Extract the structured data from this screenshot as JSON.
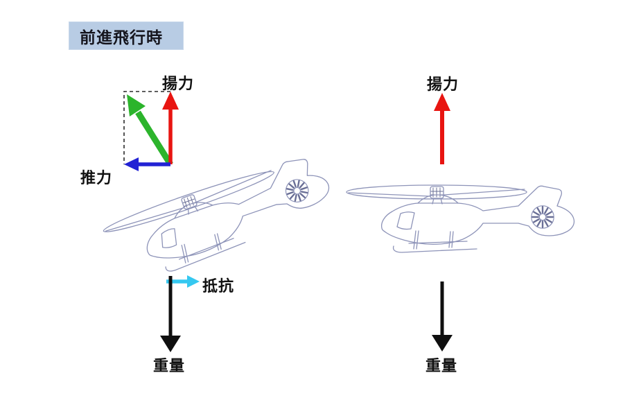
{
  "title_box": {
    "label": "前進飛行時"
  },
  "left_diagram": {
    "labels": {
      "lift": "揚力",
      "thrust": "推力",
      "drag": "抵抗",
      "weight": "重量"
    }
  },
  "right_diagram": {
    "labels": {
      "lift": "揚力",
      "weight": "重量"
    }
  },
  "colors": {
    "lift_arrow": "#e81511",
    "resultant_arrow": "#2cb42c",
    "thrust_arrow": "#2222d4",
    "drag_arrow": "#35c8f0",
    "weight_arrow": "#0f0f0f",
    "dashed_line": "#2a2a2a",
    "label_text": "#111111",
    "helicopter_line": "#8d93b8",
    "helicopter_detail": "#6a6f96",
    "title_box_bg": "#b8cce4",
    "title_text": "#15151d"
  }
}
